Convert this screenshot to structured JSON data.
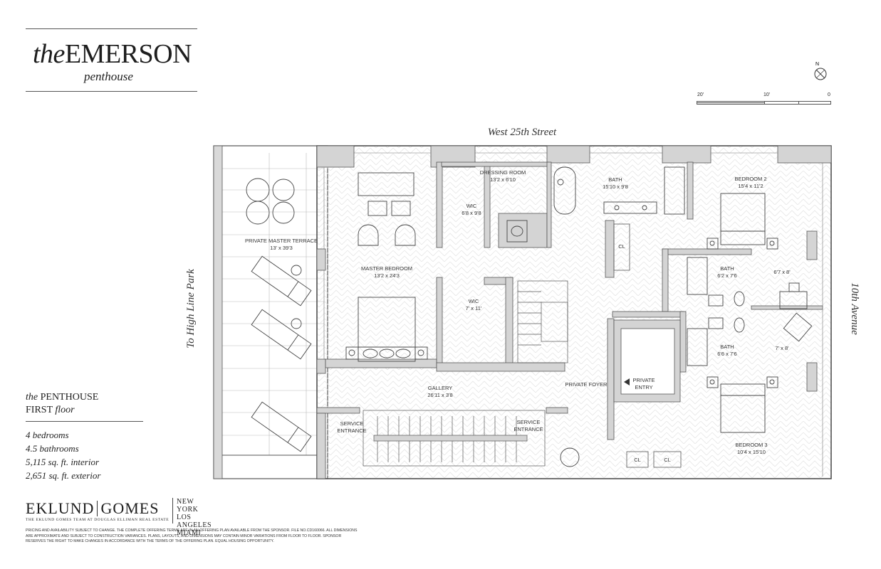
{
  "brand": {
    "title_the": "the",
    "title_name": "EMERSON",
    "subtitle": "penthouse"
  },
  "compass": {
    "north_label": "N"
  },
  "scale": {
    "labels": [
      "20'",
      "10'",
      "0"
    ]
  },
  "streets": {
    "north": "West 25th Street",
    "east": "10th Avenue",
    "west": "To High Line Park"
  },
  "rooms": [
    {
      "name": "PRIVATE MASTER TERRACE",
      "dims": "13' x 39'3"
    },
    {
      "name": "MASTER BEDROOM",
      "dims": "13'2 x 24'3"
    },
    {
      "name": "DRESSING ROOM",
      "dims": "13'2 x 6'10"
    },
    {
      "name": "WIC",
      "dims": "6'8 x 9'8"
    },
    {
      "name": "WIC",
      "dims": "7' x 11'"
    },
    {
      "name": "BATH",
      "dims": "15'10 x 9'8"
    },
    {
      "name": "BEDROOM 2",
      "dims": "15'4 x 11'2"
    },
    {
      "name": "BATH",
      "dims": "6'2 x 7'6"
    },
    {
      "name": "",
      "dims": "6'7 x 8'"
    },
    {
      "name": "BATH",
      "dims": "6'6 x 7'6"
    },
    {
      "name": "",
      "dims": "7' x 8'"
    },
    {
      "name": "GALLERY",
      "dims": "26'11 x 3'8"
    },
    {
      "name": "PRIVATE FOYER",
      "dims": ""
    },
    {
      "name": "BEDROOM 3",
      "dims": "10'4 x 15'10"
    }
  ],
  "misc_labels": {
    "cl": "CL",
    "private_entry_1": "PRIVATE",
    "private_entry_2": "ENTRY",
    "service_entrance_1": "SERVICE",
    "service_entrance_2": "ENTRANCE"
  },
  "info": {
    "heading_the": "the",
    "heading_name": "PENTHOUSE",
    "floor_word": "FIRST",
    "floor_suffix": "floor",
    "stats": [
      "4 bedrooms",
      "4.5 bathrooms",
      "5,115 sq. ft. interior",
      "2,651 sq. ft. exterior"
    ]
  },
  "agency": {
    "name_left": "EKLUND",
    "name_right": "GOMES",
    "tagline": "THE EKLUND GOMES TEAM AT DOUGLAS ELLIMAN REAL ESTATE",
    "cities": [
      "NEW YORK",
      "LOS ANGELES",
      "MIAMI"
    ]
  },
  "legal": "PRICING AND AVAILABILITY SUBJECT TO CHANGE. THE COMPLETE OFFERING TERMS ARE IN AN OFFERING PLAN AVAILABLE FROM THE SPONSOR. FILE NO.CD160066. ALL DIMENSIONS ARE APPROXIMATE AND SUBJECT TO CONSTRUCTION VARIANCES. PLANS, LAYOUTS, AND DIMENSIONS MAY CONTAIN MINOR VARIATIONS FROM FLOOR TO FLOOR. SPONSOR RESERVES THE RIGHT TO MAKE CHANGES IN ACCORDANCE WITH THE TERMS OF THE OFFERING PLAN. EQUAL HOUSING OPPORTUNITY."
}
